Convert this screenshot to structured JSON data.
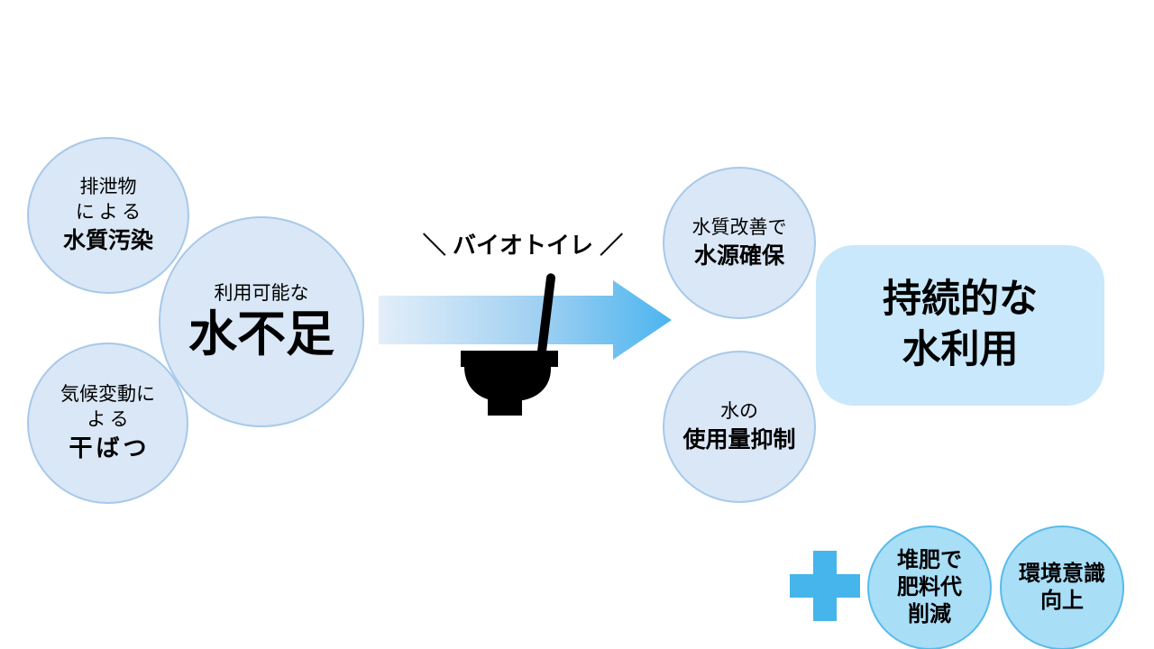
{
  "arrow": {
    "label": "＼ バイオトイレ ／"
  },
  "problems": {
    "pollution": {
      "line1": "排泄物",
      "line2": "による",
      "line3": "水質汚染"
    },
    "shortage": {
      "line1": "利用可能な",
      "line2": "水不足"
    },
    "drought": {
      "line1": "気候変動に",
      "line2": "よる",
      "line3": "干ばつ"
    }
  },
  "benefits": {
    "water_source": {
      "line1": "水質改善で",
      "line2": "水源確保"
    },
    "usage": {
      "line1": "水の",
      "line2": "使用量抑制"
    }
  },
  "result": {
    "line1": "持続的な",
    "line2": "水利用"
  },
  "extras": {
    "compost": {
      "line1": "堆肥で",
      "line2": "肥料代",
      "line3": "削減"
    },
    "awareness": {
      "line1": "環境意識",
      "line2": "向上"
    }
  },
  "icons": {
    "toilet": "toilet-silhouette",
    "plus": "plus-cross",
    "arrow": "right-arrow-gradient"
  },
  "colors": {
    "circle_fill": "#dae7f6",
    "circle_border": "#a7c9e9",
    "bright_circle_fill": "#a9def7",
    "bright_circle_border": "#57bbea",
    "result_box_fill": "#c9e8fb",
    "arrow_gradient_start": "#e3eef9",
    "arrow_gradient_end": "#4cb5ef",
    "plus": "#45b5ec",
    "toilet_icon": "#000000"
  }
}
